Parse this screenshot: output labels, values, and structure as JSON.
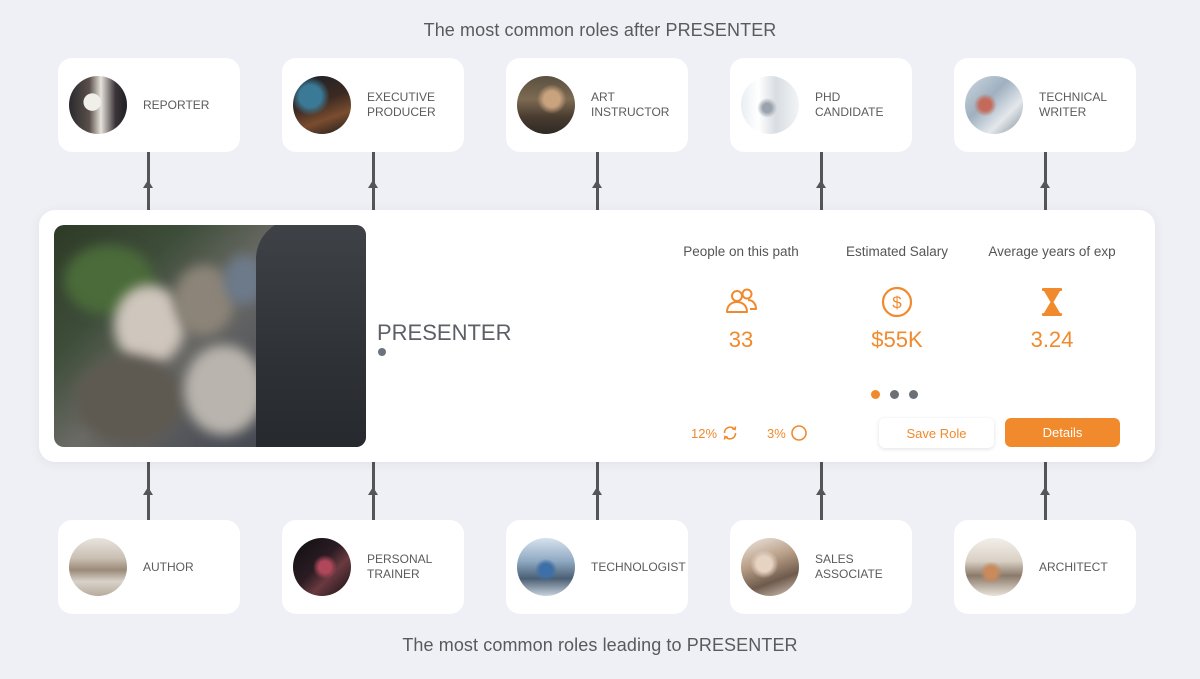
{
  "headings": {
    "after": "The most common roles after PRESENTER",
    "before": "The most common roles leading to PRESENTER"
  },
  "roles_after": [
    {
      "label": "REPORTER",
      "thumb": "reporter-photo"
    },
    {
      "label": "EXECUTIVE\nPRODUCER",
      "thumb": "executive-producer-photo"
    },
    {
      "label": "ART\nINSTRUCTOR",
      "thumb": "art-instructor-photo"
    },
    {
      "label": "PHD\nCANDIDATE",
      "thumb": "phd-candidate-photo"
    },
    {
      "label": "TECHNICAL\nWRITER",
      "thumb": "technical-writer-photo"
    }
  ],
  "roles_before": [
    {
      "label": "AUTHOR",
      "thumb": "author-photo"
    },
    {
      "label": "PERSONAL\nTRAINER",
      "thumb": "personal-trainer-photo"
    },
    {
      "label": "TECHNOLOGIST",
      "thumb": "technologist-photo"
    },
    {
      "label": "SALES\nASSOCIATE",
      "thumb": "sales-associate-photo"
    },
    {
      "label": "ARCHITECT",
      "thumb": "architect-photo"
    }
  ],
  "main": {
    "title": "PRESENTER",
    "stats": [
      {
        "label": "People on this path",
        "value": "33",
        "icon": "people-icon"
      },
      {
        "label": "Estimated Salary",
        "value": "$55K",
        "icon": "dollar-icon"
      },
      {
        "label": "Average years of exp",
        "value": "3.24",
        "icon": "hourglass-icon"
      }
    ],
    "pager": {
      "pages": 3,
      "active": 1
    },
    "metrics": [
      {
        "value": "12%",
        "icon": "refresh-icon"
      },
      {
        "value": "3%",
        "icon": "circle-icon"
      }
    ],
    "buttons": {
      "save": "Save Role",
      "details": "Details"
    }
  },
  "colors": {
    "accent": "#f08a2c",
    "background": "#eef0f6",
    "card": "#ffffff",
    "connector": "#555555"
  }
}
